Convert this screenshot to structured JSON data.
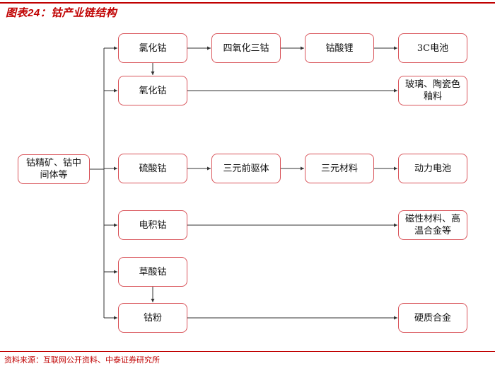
{
  "header": {
    "title": "图表24：钴产业链结构"
  },
  "footer": {
    "source": "资料来源：互联网公开资料、中泰证券研究所"
  },
  "colors": {
    "accent": "#c00000",
    "box_border": "#d9545a",
    "connector": "#333333"
  },
  "diagram": {
    "source_node": {
      "id": "raw",
      "label": "钴精矿、钴中间体等"
    },
    "rows": [
      {
        "id": "row1",
        "nodes": [
          {
            "id": "cobalt-chloride",
            "label": "氯化钴"
          },
          {
            "id": "cobalt-tetroxide",
            "label": "四氧化三钴"
          },
          {
            "id": "lithium-cobaltate",
            "label": "钴酸锂"
          },
          {
            "id": "3c-battery",
            "label": "3C电池"
          }
        ]
      },
      {
        "id": "row2",
        "nodes": [
          {
            "id": "cobalt-oxide",
            "label": "氧化钴"
          },
          {
            "id": "glass-ceramic-glaze",
            "label": "玻璃、陶瓷色釉料"
          }
        ]
      },
      {
        "id": "row3",
        "nodes": [
          {
            "id": "cobalt-sulfate",
            "label": "硫酸钴"
          },
          {
            "id": "ternary-precursor",
            "label": "三元前驱体"
          },
          {
            "id": "ternary-material",
            "label": "三元材料"
          },
          {
            "id": "power-battery",
            "label": "动力电池"
          }
        ]
      },
      {
        "id": "row4",
        "nodes": [
          {
            "id": "electro-cobalt",
            "label": "电积钴"
          },
          {
            "id": "magnetic-superalloy",
            "label": "磁性材料、高温合金等"
          }
        ]
      },
      {
        "id": "row5",
        "nodes": [
          {
            "id": "cobalt-oxalate",
            "label": "草酸钴"
          }
        ]
      },
      {
        "id": "row6",
        "nodes": [
          {
            "id": "cobalt-powder",
            "label": "钴粉"
          },
          {
            "id": "cemented-carbide",
            "label": "硬质合金"
          }
        ]
      }
    ],
    "edges": [
      [
        "raw",
        "cobalt-chloride"
      ],
      [
        "raw",
        "cobalt-oxide"
      ],
      [
        "raw",
        "cobalt-sulfate"
      ],
      [
        "raw",
        "electro-cobalt"
      ],
      [
        "raw",
        "cobalt-oxalate"
      ],
      [
        "raw",
        "cobalt-powder"
      ],
      [
        "cobalt-chloride",
        "cobalt-tetroxide"
      ],
      [
        "cobalt-tetroxide",
        "lithium-cobaltate"
      ],
      [
        "lithium-cobaltate",
        "3c-battery"
      ],
      [
        "cobalt-chloride",
        "cobalt-oxide"
      ],
      [
        "cobalt-oxide",
        "glass-ceramic-glaze"
      ],
      [
        "cobalt-sulfate",
        "ternary-precursor"
      ],
      [
        "ternary-precursor",
        "ternary-material"
      ],
      [
        "ternary-material",
        "power-battery"
      ],
      [
        "electro-cobalt",
        "magnetic-superalloy"
      ],
      [
        "cobalt-oxalate",
        "cobalt-powder"
      ],
      [
        "cobalt-powder",
        "cemented-carbide"
      ]
    ]
  }
}
